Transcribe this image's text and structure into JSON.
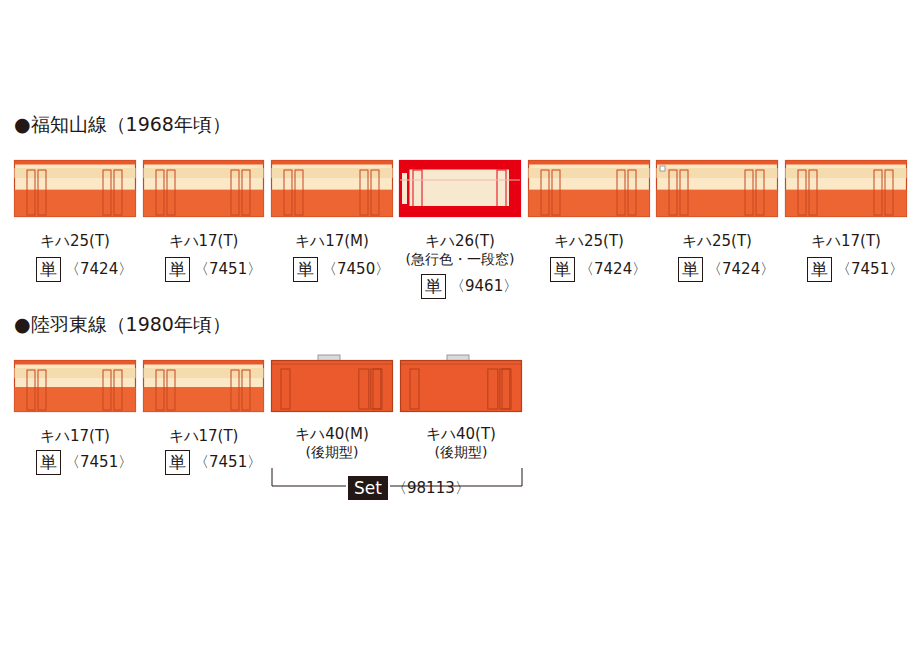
{
  "diagram": {
    "nodes": [
      {
        "text": [
          "キハ25(T)"
        ]
      },
      {
        "text": [
          "単"
        ]
      },
      {
        "text": [
          "キハ17(T)"
        ]
      },
      {
        "text": [
          "単"
        ]
      },
      {
        "text": [
          "キハ17(M)"
        ]
      },
      {
        "text": [
          "単"
        ]
      },
      {
        "text": [
          "キハ26(T)",
          "(急行色・一段窓)"
        ]
      },
      {
        "text": [
          "単"
        ]
      },
      {
        "text": [
          "キハ25(T)"
        ]
      },
      {
        "text": [
          "単"
        ]
      },
      {
        "text": [
          "キハ25(T)"
        ]
      },
      {
        "text": [
          "単"
        ]
      },
      {
        "text": [
          "キハ17(T)"
        ]
      },
      {
        "text": [
          "単"
        ]
      },
      {
        "text": [
          "キハ17(T)"
        ]
      },
      {
        "text": [
          "単"
        ]
      },
      {
        "text": [
          "キハ17(T)"
        ]
      },
      {
        "text": [
          "単"
        ]
      },
      {
        "text": [
          "キハ40(M)",
          "(後期型)"
        ]
      },
      {
        "text": [
          "キハ40(T)",
          "(後期型)"
        ]
      },
      {
        "text": [
          "Set"
        ]
      }
    ],
    "labels": [
      "●福知山線（1968年頃）",
      "〈7424〉",
      "〈7451〉",
      "〈7450〉",
      "〈9461〉",
      "〈7424〉",
      "〈7424〉",
      "〈7451〉",
      "●陸羽東線（1980年頃）",
      "〈7451〉",
      "〈7451〉",
      "〈98113〉"
    ]
  }
}
